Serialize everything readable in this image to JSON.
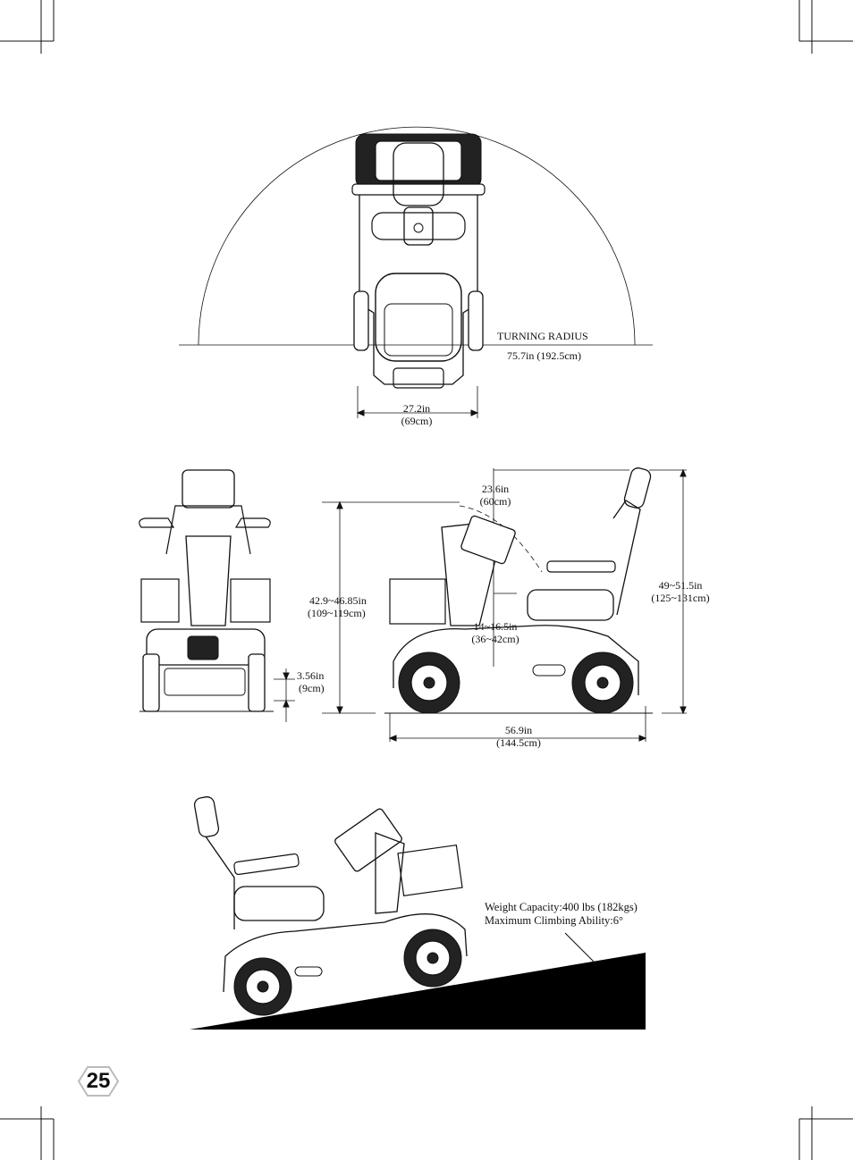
{
  "top_view": {
    "turning_radius_title": "TURNING RADIUS",
    "turning_radius_value": "75.7in (192.5cm)",
    "width_in": "27.2in",
    "width_cm": "(69cm)"
  },
  "side_views": {
    "ground_clearance_in": "3.56in",
    "ground_clearance_cm": "(9cm)",
    "height_folded_in": "42.9~46.85in",
    "height_folded_cm": "(109~119cm)",
    "tiller_length_in": "23.6in",
    "tiller_length_cm": "(60cm)",
    "seat_height_in": "14~16.5in",
    "seat_height_cm": "(36~42cm)",
    "total_height_in": "49~51.5in",
    "total_height_cm": "(125~131cm)",
    "length_in": "56.9in",
    "length_cm": "(144.5cm)"
  },
  "incline_view": {
    "weight_capacity": "Weight Capacity:400 lbs (182kgs)",
    "climbing_ability": "Maximum Climbing Ability:6°"
  },
  "page_number": "25"
}
